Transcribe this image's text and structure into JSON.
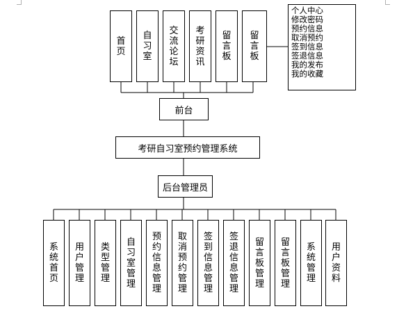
{
  "frontend_pages": [
    "首页",
    "自习室",
    "交流论坛",
    "考研资讯",
    "留言板",
    "留言板"
  ],
  "user_center_items": [
    "个人中心",
    "修改密码",
    "预约信息",
    "取消预约",
    "签到信息",
    "签退信息",
    "我的发布",
    "我的收藏"
  ],
  "frontend_label": "前台",
  "system_title": "考研自习室预约管理系统",
  "admin_label": "后台管理员",
  "admin_modules": [
    "系统首页",
    "用户管理",
    "类型管理",
    "自习室管理",
    "预约信息管理",
    "取消预约管理",
    "签到信息管理",
    "签退信息管理",
    "留言板管理",
    "留言板管理",
    "系统管理",
    "用户资料"
  ]
}
